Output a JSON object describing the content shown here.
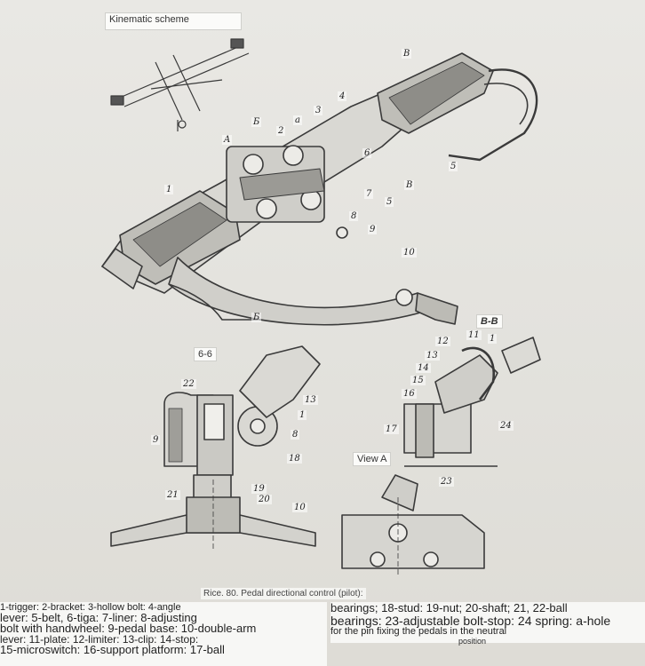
{
  "labels": {
    "kinematic_scheme": "Kinematic scheme",
    "section_66": "6-6",
    "section_bb": "В-В",
    "view_a": "View A",
    "arrow_a": "A",
    "arrow_b": "Б",
    "arrow_v": "В",
    "letter_a": "a",
    "caption": "Rice. 80. Pedal directional control (pilot):"
  },
  "numbers": [
    "1",
    "2",
    "3",
    "4",
    "5",
    "5",
    "6",
    "7",
    "8",
    "9",
    "10",
    "22",
    "13",
    "1",
    "8",
    "9",
    "18",
    "19",
    "21",
    "20",
    "10",
    "12",
    "11",
    "1",
    "13",
    "14",
    "15",
    "16",
    "17",
    "24",
    "23"
  ],
  "legend_left": [
    "1-trigger: 2-bracket: 3-hollow bolt: 4-angle",
    "lever: 5-belt, 6-tiga: 7-liner: 8-adjusting",
    "bolt with handwheel: 9-pedal base: 10-double-arm",
    "lever: 11-plate: 12-limiter: 13-clip: 14-stop:",
    "15-microswitch: 16-support platform: 17-ball"
  ],
  "legend_right": [
    "bearings; 18-stud: 19-nut; 20-shaft; 21, 22-ball",
    "bearings: 23-adjustable bolt-stop: 24 spring: a-hole",
    "for the pin fixing the pedals in the neutral",
    "position"
  ],
  "colors": {
    "ink": "#3a3a3a",
    "paper": "#e4e3df",
    "box": "#f7f7f5"
  }
}
